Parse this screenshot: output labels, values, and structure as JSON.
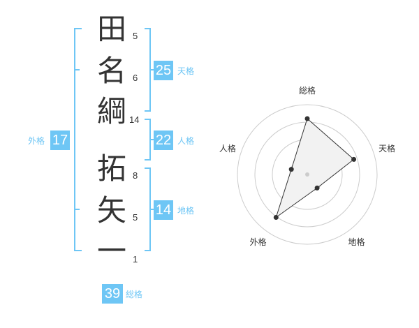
{
  "name": {
    "characters": [
      {
        "char": "田",
        "strokes": "5"
      },
      {
        "char": "名",
        "strokes": "6"
      },
      {
        "char": "綱",
        "strokes": "14"
      },
      {
        "char": "拓",
        "strokes": "8"
      },
      {
        "char": "矢",
        "strokes": "5"
      },
      {
        "char": "一",
        "strokes": "1"
      }
    ]
  },
  "fortune": {
    "tenkaku": {
      "value": "25",
      "label": "天格"
    },
    "jinkaku": {
      "value": "22",
      "label": "人格"
    },
    "chikaku": {
      "value": "14",
      "label": "地格"
    },
    "gaikaku": {
      "value": "17",
      "label": "外格"
    },
    "soukaku": {
      "value": "39",
      "label": "総格"
    }
  },
  "chart_data": {
    "type": "radar",
    "axes": [
      "総格",
      "天格",
      "地格",
      "外格",
      "人格"
    ],
    "values": [
      4,
      3.5,
      1.2,
      3.8,
      1.2
    ],
    "max": 5,
    "rings": 4,
    "colors": {
      "fill": "#f2f2f2",
      "line": "#333333",
      "grid": "#cccccc",
      "center": "#cccccc"
    }
  },
  "colors": {
    "accent": "#6ec6f5",
    "text": "#333333"
  }
}
